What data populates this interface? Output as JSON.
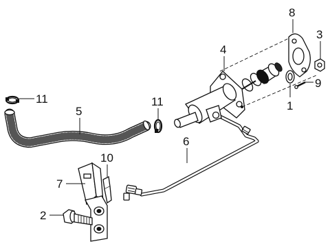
{
  "diagram": {
    "background": "#ffffff",
    "line_color": "#111111",
    "callouts": {
      "c1": "1",
      "c2": "2",
      "c3": "3",
      "c4": "4",
      "c5": "5",
      "c6": "6",
      "c7": "7",
      "c8": "8",
      "c9": "9",
      "c10": "10",
      "c11a": "11",
      "c11b": "11"
    }
  }
}
